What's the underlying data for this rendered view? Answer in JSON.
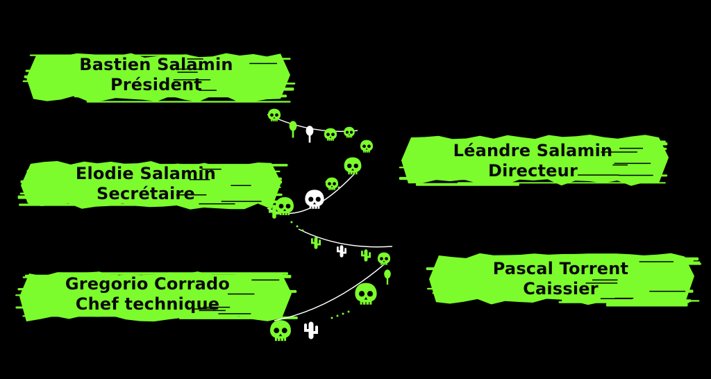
{
  "accent_color": "#7cfc2c",
  "garland_color": "#ffffff",
  "team": [
    {
      "name": "Bastien Salamin",
      "role": "Président"
    },
    {
      "name": "Elodie Salamin",
      "role": "Secrétaire"
    },
    {
      "name": "Gregorio Corrado",
      "role": "Chef technique"
    },
    {
      "name": "Léandre Salamin",
      "role": "Directeur"
    },
    {
      "name": "Pascal Torrent",
      "role": "Caissier"
    }
  ],
  "decorations": [
    "sugar-skull-icon",
    "cactus-icon",
    "maraca-icon",
    "pinata-icon"
  ]
}
